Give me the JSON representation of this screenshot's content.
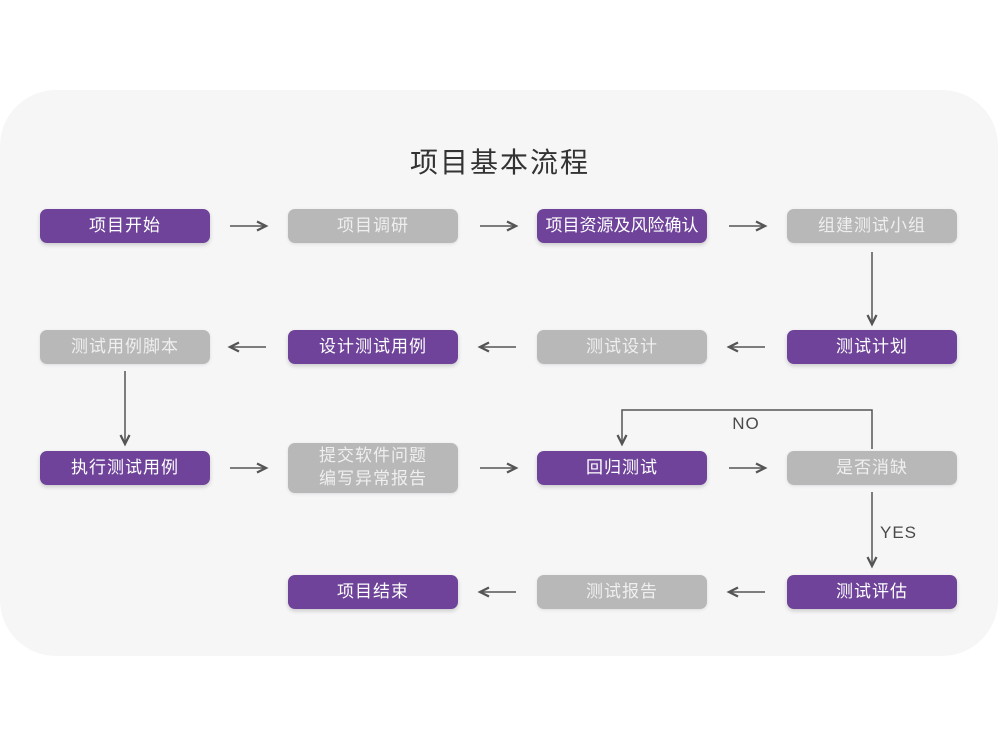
{
  "title": "项目基本流程",
  "colors": {
    "accent_purple": "#6e4399",
    "node_gray": "#b8b8b8",
    "card_background": "#f6f6f7",
    "connector": "#555555",
    "title_text": "#333333"
  },
  "flowchart": {
    "nodes": {
      "project_start": "项目开始",
      "project_research": "项目调研",
      "resources_risk": "项目资源及风险确认",
      "build_test_team": "组建测试小组",
      "test_case_script": "测试用例脚本",
      "design_test_cases": "设计测试用例",
      "test_design": "测试设计",
      "test_plan": "测试计划",
      "execute_test_cases": "执行测试用例",
      "submit_issue_line1": "提交软件问题",
      "submit_issue_line2": "编写异常报告",
      "regression_test": "回归测试",
      "defect_check": "是否消缺",
      "project_end": "项目结束",
      "test_report": "测试报告",
      "test_evaluation": "测试评估"
    },
    "branch_labels": {
      "no": "NO",
      "yes": "YES"
    }
  }
}
